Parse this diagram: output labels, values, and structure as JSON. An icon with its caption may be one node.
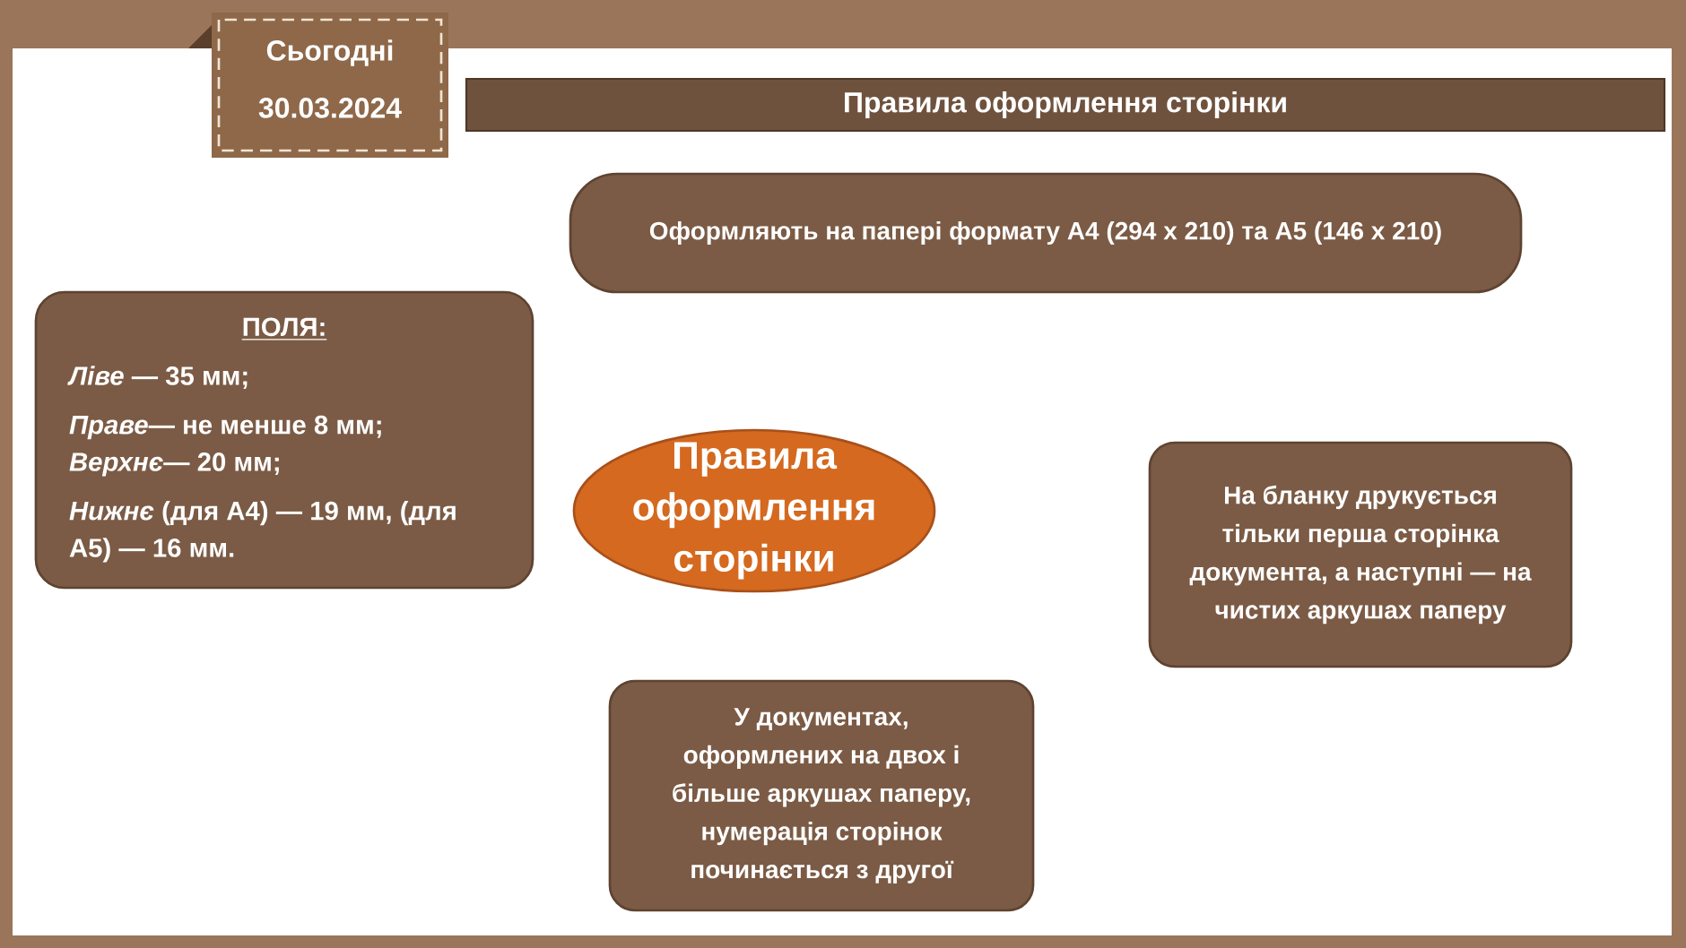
{
  "diagram": {
    "title": "Правила оформлення сторінки",
    "nodes": [
      {
        "text": [
          "Сьогодні",
          "30.03.2024"
        ]
      },
      {
        "text": [
          "Оформляють на папері формату А4 (294 х 210) та А5 (146 х 210)"
        ]
      },
      {
        "text": [
          "ПОЛЯ:",
          "*Ліве* — 35 мм;",
          "*Праве*— не менше 8 мм;",
          "*Верхнє*— 20 мм;",
          "*Нижнє* (для А4) — 19 мм, (для А5) — 16 мм."
        ]
      },
      {
        "text": [
          "Правила оформлення сторінки"
        ]
      },
      {
        "text": [
          "На бланку друкується тільки перша сторінка документа, а наступні — на чистих аркушах паперу"
        ]
      },
      {
        "text": [
          "У документах, оформлених на двох і більше аркушах паперу, нумерація сторінок починається з другої"
        ]
      }
    ]
  }
}
